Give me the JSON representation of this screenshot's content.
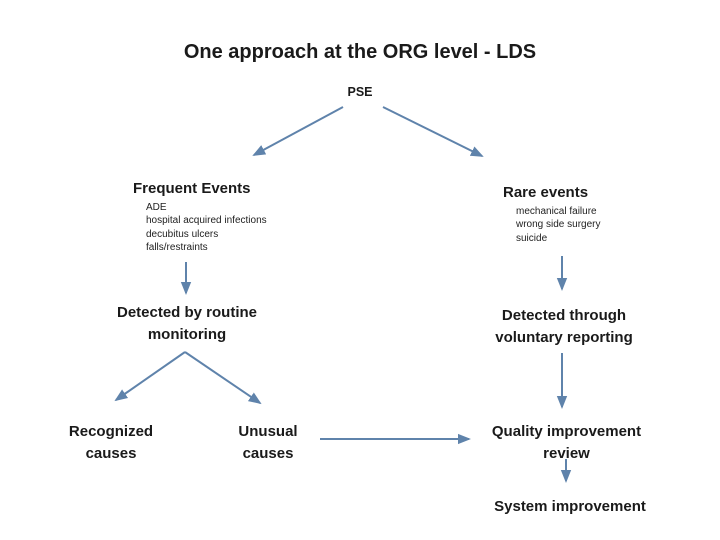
{
  "colors": {
    "arrow": "#5f83ab",
    "text": "#1a1a1a"
  },
  "slide": {
    "title": "One approach at the ORG level - LDS",
    "pse": "PSE",
    "frequent": {
      "label": "Frequent Events",
      "items": [
        "ADE",
        "hospital acquired infections",
        "decubitus ulcers",
        "falls/restraints"
      ]
    },
    "rare": {
      "label": "Rare events",
      "items": [
        "mechanical failure",
        "wrong side surgery",
        "suicide"
      ]
    },
    "detected_routine": "Detected by routine monitoring",
    "detected_voluntary": "Detected through voluntary reporting",
    "recognized": "Recognized causes",
    "unusual": "Unusual causes",
    "quality": "Quality improvement review",
    "system": "System improvement"
  }
}
